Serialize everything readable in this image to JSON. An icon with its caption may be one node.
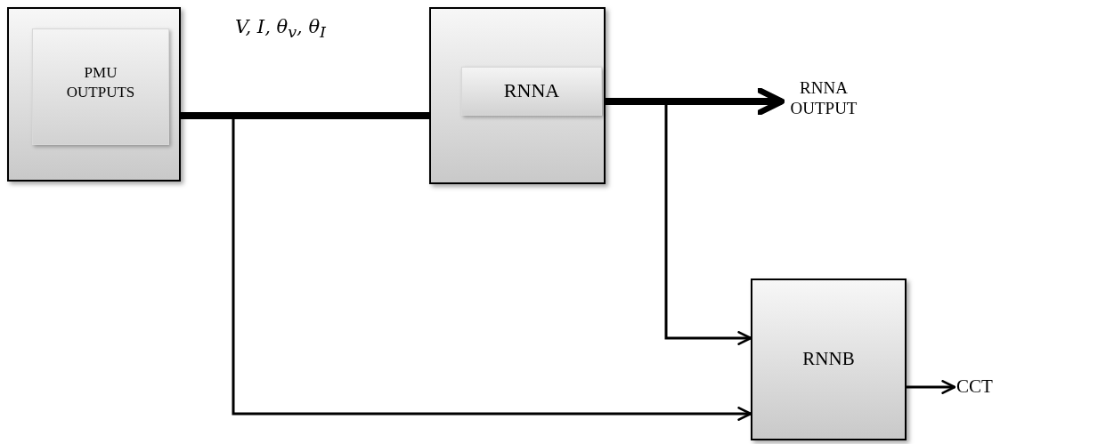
{
  "diagram": {
    "nodes": [
      {
        "text": [],
        "shape": "box"
      },
      {
        "text": [
          "PMU OUTPUTS"
        ],
        "in": 0
      },
      {
        "text": [],
        "shape": "box"
      },
      {
        "text": [
          "RNNA"
        ],
        "in": 2
      },
      {
        "text": [
          "RNNA OUTPUT"
        ]
      },
      {
        "text": [
          "RNNB"
        ]
      },
      {
        "text": [
          "CCT"
        ]
      }
    ],
    "edges": [
      {
        "from": 0,
        "to": 2,
        "arrow": "none",
        "style": "thick",
        "label": "V, I, θ$_{v}$, θ$_{I}$"
      },
      {
        "from": 0,
        "to": 5,
        "arrow": "to"
      },
      {
        "from": 2,
        "to": 4,
        "arrow": "to",
        "style": "thick"
      },
      {
        "from": 2,
        "to": 5,
        "arrow": "to"
      },
      {
        "from": 5,
        "to": 6,
        "arrow": "to"
      }
    ]
  }
}
